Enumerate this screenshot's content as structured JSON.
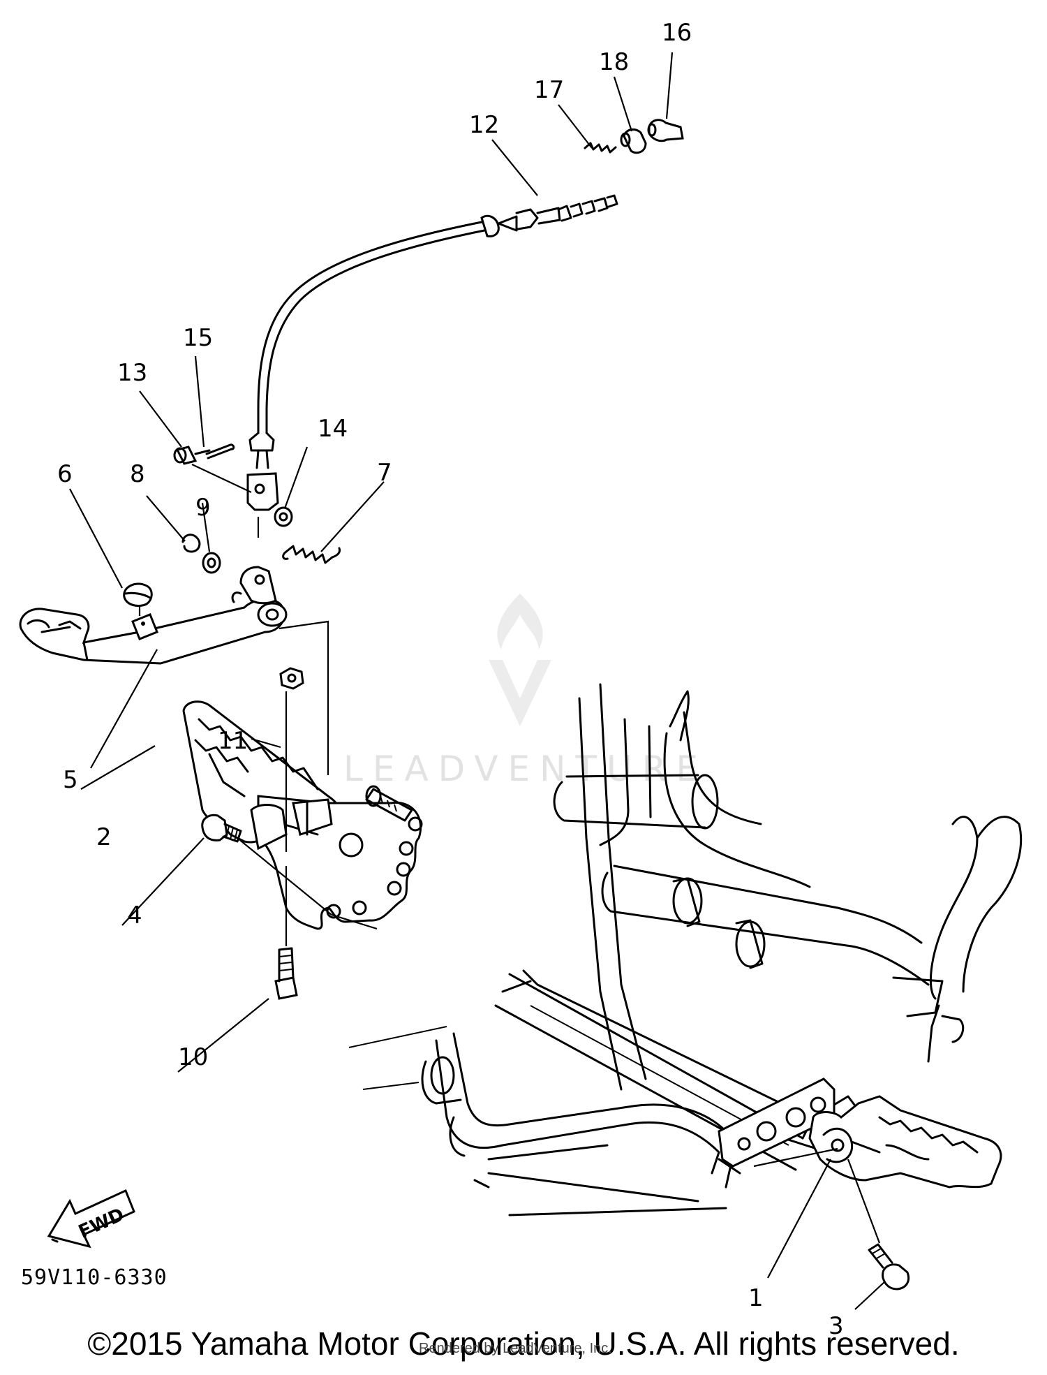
{
  "diagram": {
    "callouts": [
      "1",
      "2",
      "3",
      "4",
      "5",
      "6",
      "7",
      "8",
      "9",
      "10",
      "11",
      "12",
      "13",
      "14",
      "15",
      "16",
      "17",
      "18"
    ],
    "direction_label": "FWD",
    "reference_code": "59V110-6330",
    "watermark": "LEADVENTURE",
    "copyright": "©2015 Yamaha Motor Corporation, U.S.A. All rights reserved.",
    "rendered_by": "Rendered by LeadVenture, Inc."
  }
}
